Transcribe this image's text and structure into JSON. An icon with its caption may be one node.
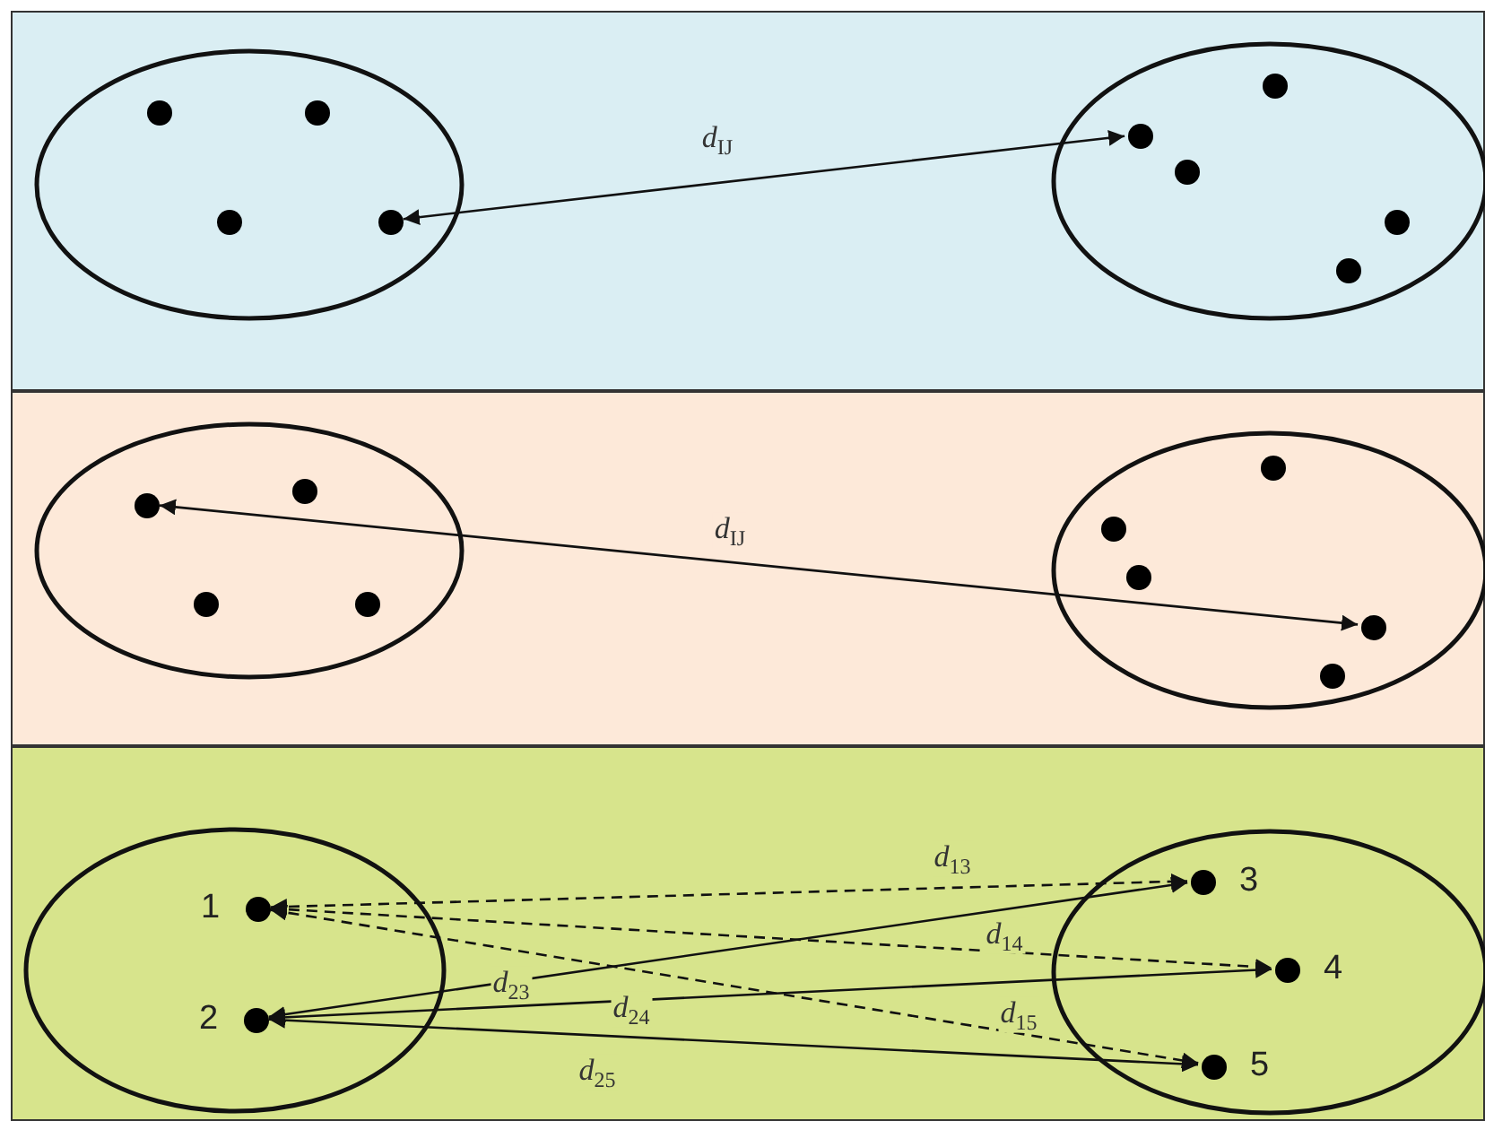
{
  "diagram": {
    "nodes": [
      {
        "text": [],
        "shape": "box"
      },
      {
        "text": [],
        "shape": "ellipse",
        "in": 0
      },
      {
        "text": [],
        "shape": "circle",
        "in": 1
      },
      {
        "text": [],
        "shape": "circle",
        "in": 1
      },
      {
        "text": [],
        "shape": "circle",
        "in": 1
      },
      {
        "text": [],
        "shape": "circle",
        "in": 1
      },
      {
        "text": [],
        "shape": "ellipse",
        "in": 0
      },
      {
        "text": [],
        "shape": "circle",
        "in": 6
      },
      {
        "text": [],
        "shape": "circle",
        "in": 6
      },
      {
        "text": [],
        "shape": "circle",
        "in": 6
      },
      {
        "text": [],
        "shape": "circle",
        "in": 6
      },
      {
        "text": [],
        "shape": "circle",
        "in": 6
      },
      {
        "text": [],
        "shape": "box"
      },
      {
        "text": [],
        "shape": "ellipse",
        "in": 12
      },
      {
        "text": [],
        "shape": "circle",
        "in": 13
      },
      {
        "text": [],
        "shape": "circle",
        "in": 13
      },
      {
        "text": [],
        "shape": "circle",
        "in": 13
      },
      {
        "text": [],
        "shape": "circle",
        "in": 13
      },
      {
        "text": [],
        "shape": "ellipse",
        "in": 12
      },
      {
        "text": [],
        "shape": "circle",
        "in": 18
      },
      {
        "text": [],
        "shape": "circle",
        "in": 18
      },
      {
        "text": [],
        "shape": "circle",
        "in": 18
      },
      {
        "text": [],
        "shape": "circle",
        "in": 18
      },
      {
        "text": [],
        "shape": "circle",
        "in": 18
      },
      {
        "text": [],
        "shape": "box"
      },
      {
        "text": [],
        "shape": "ellipse",
        "in": 24
      },
      {
        "text": [],
        "shape": "circle",
        "in": 25,
        "beside": [
          "1"
        ]
      },
      {
        "text": [],
        "shape": "circle",
        "in": 25,
        "beside": [
          "2"
        ]
      },
      {
        "text": [],
        "shape": "ellipse",
        "in": 24
      },
      {
        "text": [],
        "shape": "circle",
        "in": 28,
        "beside": [
          "3"
        ]
      },
      {
        "text": [],
        "shape": "circle",
        "in": 28,
        "beside": [
          "4"
        ]
      },
      {
        "text": [],
        "shape": "circle",
        "in": 28,
        "beside": [
          "5"
        ]
      }
    ],
    "edges": [
      {
        "from": 5,
        "to": 8,
        "arrow": "both",
        "label": "*d*$_{IJ}$"
      },
      {
        "from": 14,
        "to": 22,
        "arrow": "both",
        "label": "*d*$_{IJ}$"
      },
      {
        "from": 26,
        "to": 29,
        "arrow": "both",
        "label": "*d*$_{13}$",
        "style": "dashed"
      },
      {
        "from": 26,
        "to": 30,
        "arrow": "both",
        "label": "*d*$_{14}$",
        "style": "dashed"
      },
      {
        "from": 26,
        "to": 31,
        "arrow": "both",
        "label": "*d*$_{15}$",
        "style": "dashed"
      },
      {
        "from": 27,
        "to": 29,
        "arrow": "both",
        "label": "*d*$_{23}$"
      },
      {
        "from": 27,
        "to": 30,
        "arrow": "both",
        "label": "*d*$_{24}$"
      },
      {
        "from": 27,
        "to": 31,
        "arrow": "both",
        "label": "*d*$_{25}$"
      }
    ]
  }
}
